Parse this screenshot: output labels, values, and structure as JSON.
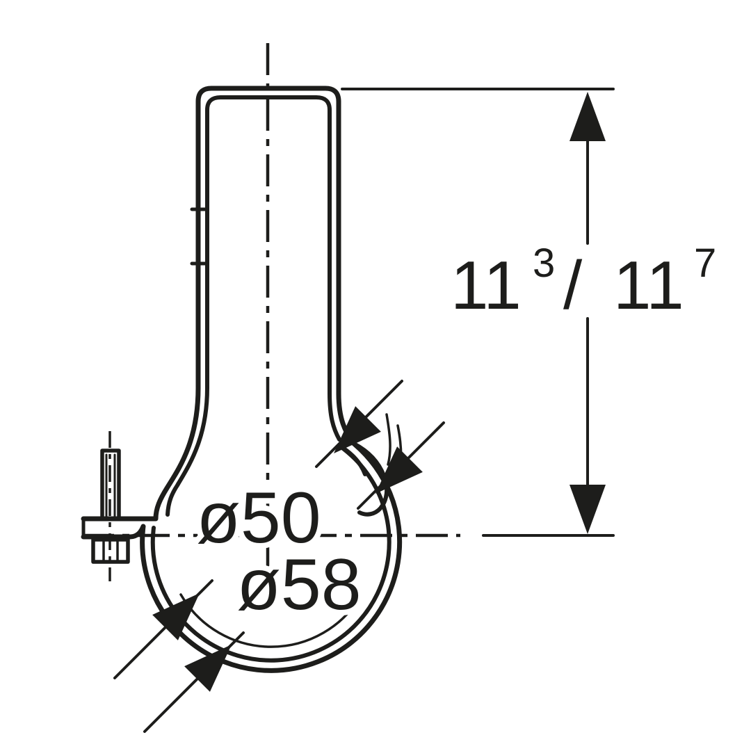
{
  "page": {
    "colors": {
      "line_color": "#1d1d1b",
      "background": "#ffffff"
    }
  },
  "diagram": {
    "type": "technical-drawing-pipe-clamp",
    "labels": {
      "pipe_diameter_inner": "ø50",
      "pipe_diameter_outer": "ø58"
    },
    "dimension": {
      "value_a": "11",
      "value_a_sup": "3",
      "separator": "/",
      "value_b": "11",
      "value_b_sup": "7"
    }
  }
}
